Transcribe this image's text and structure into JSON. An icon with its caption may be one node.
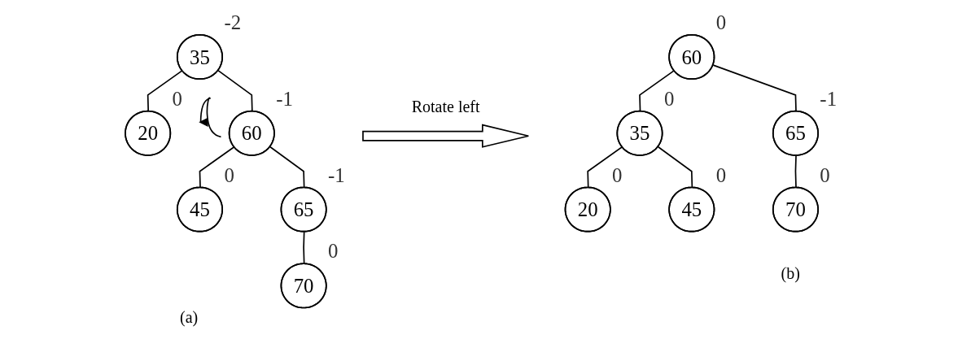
{
  "diagram": {
    "nodes": [
      {
        "text": [
          "35"
        ],
        "beside": [
          "-2"
        ]
      },
      {
        "text": [
          "20"
        ],
        "beside": [
          "0"
        ]
      },
      {
        "text": [
          "60"
        ],
        "beside": [
          "-1"
        ]
      },
      {
        "text": [
          "45"
        ],
        "beside": [
          "0"
        ]
      },
      {
        "text": [
          "65"
        ],
        "beside": [
          "-1"
        ]
      },
      {
        "text": [
          "70"
        ],
        "beside": [
          "0"
        ]
      },
      {
        "text": [
          "60"
        ],
        "beside": [
          "0"
        ]
      },
      {
        "text": [
          "35"
        ],
        "beside": [
          "0"
        ]
      },
      {
        "text": [
          "65"
        ],
        "beside": [
          "-1"
        ]
      },
      {
        "text": [
          "20"
        ],
        "beside": [
          "0"
        ]
      },
      {
        "text": [
          "45"
        ],
        "beside": [
          "0"
        ]
      },
      {
        "text": [
          "70"
        ],
        "beside": [
          "0"
        ]
      }
    ],
    "edges": [
      {
        "from": 0,
        "to": 1,
        "arrow": "none"
      },
      {
        "from": 0,
        "to": 2,
        "arrow": "none"
      },
      {
        "from": 2,
        "to": 3,
        "arrow": "none"
      },
      {
        "from": 2,
        "to": 4,
        "arrow": "none"
      },
      {
        "from": 4,
        "to": 5,
        "arrow": "none"
      },
      {
        "from": 6,
        "to": 7,
        "arrow": "none"
      },
      {
        "from": 6,
        "to": 8,
        "arrow": "none"
      },
      {
        "from": 7,
        "to": 9,
        "arrow": "none"
      },
      {
        "from": 7,
        "to": 10,
        "arrow": "none"
      },
      {
        "from": 8,
        "to": 11,
        "arrow": "none"
      }
    ],
    "labels": [
      "Rotate left",
      "(a)",
      "(b)"
    ]
  }
}
